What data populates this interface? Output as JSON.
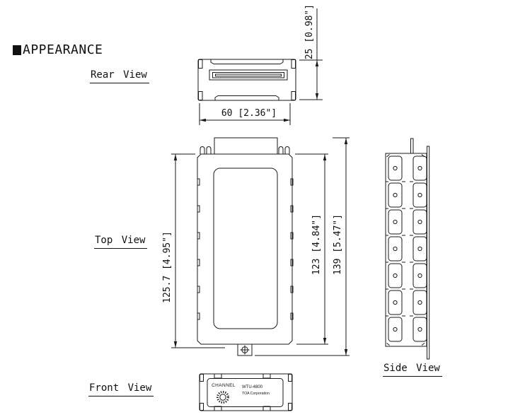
{
  "title": "APPEARANCE",
  "views": {
    "rear": {
      "label": "Rear View",
      "dimensions": {
        "width": "60 [2.36\"]",
        "height": "25 [0.98\"]"
      }
    },
    "top": {
      "label": "Top View",
      "dimensions": {
        "body_length": "125.7 [4.95\"]",
        "inner_length": "123 [4.84\"]",
        "overall_length": "139 [5.47\"]"
      }
    },
    "front": {
      "label": "Front View",
      "panel": {
        "channel": "CHANNEL",
        "model": "WTU-4800",
        "manufacturer": "TOA Corporation"
      }
    },
    "side": {
      "label": "Side View"
    }
  },
  "colors": {
    "line": "#1a1a1a",
    "background": "#ffffff"
  }
}
